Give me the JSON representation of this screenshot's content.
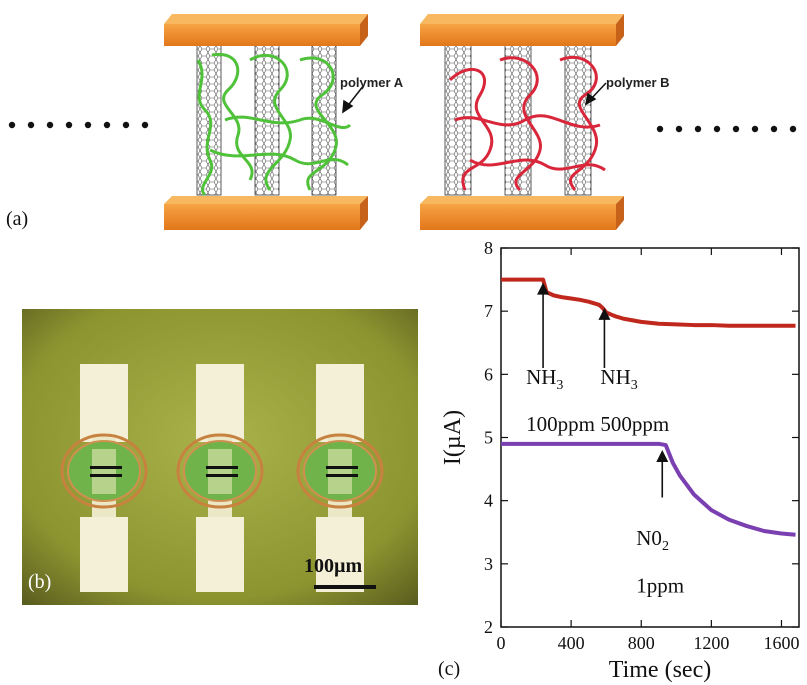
{
  "figure": {
    "panel_a_label": "(a)",
    "panel_b_label": "(b)",
    "panel_c_label": "(c)",
    "polymer_a_label": "polymer A",
    "polymer_b_label": "polymer B",
    "scale_bar_label": "100µm",
    "colors": {
      "electrode": "#f08a24",
      "polymer_a": "#4fc23a",
      "polymer_b": "#d9263a",
      "series_nh3": "#c0281e",
      "series_no2": "#7a3fb0"
    }
  },
  "annotations": [
    {
      "id": "nh3-100",
      "line1": "NH",
      "sub": "3",
      "line2": "100ppm"
    },
    {
      "id": "nh3-500",
      "line1": "NH",
      "sub": "3",
      "line2": "500ppm"
    },
    {
      "id": "no2-1",
      "line1": "N0",
      "sub": "2",
      "line2": "1ppm"
    }
  ],
  "chart_data": {
    "type": "line",
    "xlabel": "Time (sec)",
    "ylabel": "I(µA)",
    "xlim": [
      0,
      1700
    ],
    "ylim": [
      2,
      8
    ],
    "xticks": [
      0,
      400,
      800,
      1200,
      1600
    ],
    "yticks": [
      2,
      3,
      4,
      5,
      6,
      7,
      8
    ],
    "series": [
      {
        "x": [
          0,
          100,
          200,
          240,
          260,
          300,
          350,
          400,
          450,
          500,
          560,
          580,
          600,
          650,
          700,
          800,
          900,
          1000,
          1100,
          1200,
          1300,
          1400,
          1500,
          1600,
          1680
        ],
        "y": [
          7.5,
          7.5,
          7.5,
          7.5,
          7.3,
          7.25,
          7.22,
          7.2,
          7.18,
          7.15,
          7.1,
          7.05,
          6.98,
          6.92,
          6.88,
          6.83,
          6.8,
          6.79,
          6.78,
          6.78,
          6.77,
          6.77,
          6.77,
          6.77,
          6.77
        ]
      },
      {
        "x": [
          0,
          200,
          400,
          600,
          800,
          900,
          940,
          980,
          1020,
          1100,
          1200,
          1300,
          1400,
          1500,
          1600,
          1680
        ],
        "y": [
          4.9,
          4.9,
          4.9,
          4.9,
          4.9,
          4.9,
          4.88,
          4.6,
          4.4,
          4.1,
          3.85,
          3.7,
          3.6,
          3.52,
          3.48,
          3.46
        ]
      }
    ],
    "arrows": [
      {
        "x": 240,
        "y_tip": 7.5
      },
      {
        "x": 590,
        "y_tip": 7.1
      },
      {
        "x": 920,
        "y_tip": 4.85
      }
    ]
  }
}
